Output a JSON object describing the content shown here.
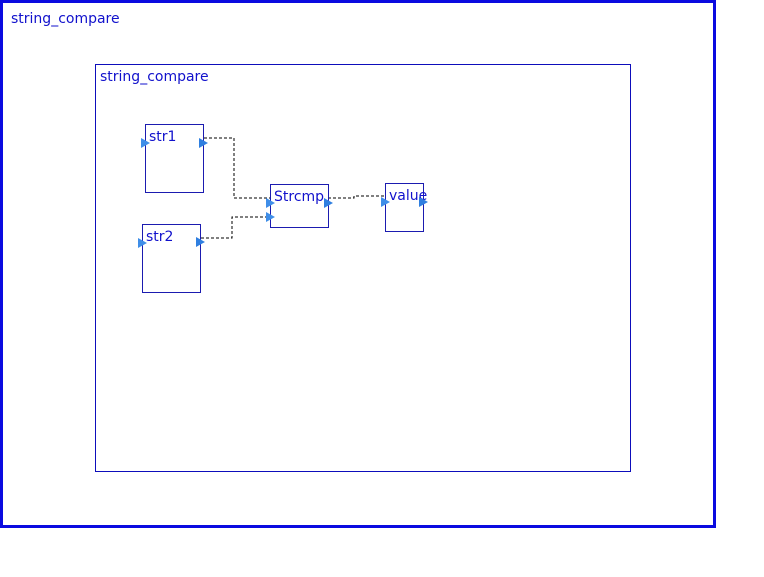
{
  "diagram": {
    "outer_title": "string_compare",
    "inner_title": "string_compare",
    "blocks": {
      "str1": "str1",
      "str2": "str2",
      "strcmp": "Strcmp",
      "value": "value"
    }
  },
  "colors": {
    "frame": "#0b0be0",
    "text": "#1111cc",
    "port": "#3f8ee8",
    "wire": "#000000"
  }
}
